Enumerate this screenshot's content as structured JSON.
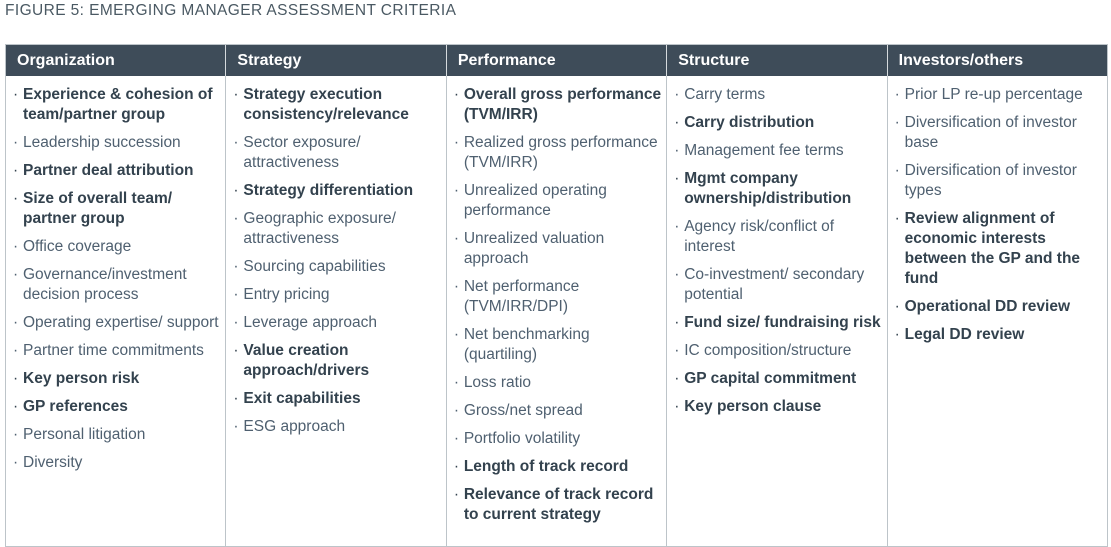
{
  "title": "FIGURE 5: EMERGING MANAGER ASSESSMENT CRITERIA",
  "colors": {
    "header_bg": "#3E4C59",
    "header_text": "#FFFFFF",
    "header_divider": "#D5DADD",
    "border": "#BDC4C9",
    "item_text": "#4F6070",
    "item_text_bold": "#33424E",
    "title_text": "#4A5963"
  },
  "table": {
    "columns": [
      {
        "header": "Organization",
        "items": [
          {
            "text": "Experience & cohesion of team/partner group",
            "bold": true
          },
          {
            "text": "Leadership succession",
            "bold": false
          },
          {
            "text": "Partner deal attribution",
            "bold": true
          },
          {
            "text": "Size of overall team/ partner group",
            "bold": true
          },
          {
            "text": "Office coverage",
            "bold": false
          },
          {
            "text": "Governance/investment decision process",
            "bold": false
          },
          {
            "text": "Operating expertise/ support",
            "bold": false
          },
          {
            "text": "Partner time commitments",
            "bold": false
          },
          {
            "text": "Key person risk",
            "bold": true
          },
          {
            "text": "GP references",
            "bold": true
          },
          {
            "text": "Personal litigation",
            "bold": false
          },
          {
            "text": "Diversity",
            "bold": false
          }
        ]
      },
      {
        "header": "Strategy",
        "items": [
          {
            "text": "Strategy execution consistency/relevance",
            "bold": true
          },
          {
            "text": "Sector exposure/ attractiveness",
            "bold": false
          },
          {
            "text": "Strategy differentiation",
            "bold": true
          },
          {
            "text": "Geographic exposure/ attractiveness",
            "bold": false
          },
          {
            "text": "Sourcing capabilities",
            "bold": false
          },
          {
            "text": "Entry pricing",
            "bold": false
          },
          {
            "text": "Leverage approach",
            "bold": false
          },
          {
            "text": "Value creation approach/drivers",
            "bold": true
          },
          {
            "text": "Exit capabilities",
            "bold": true
          },
          {
            "text": "ESG approach",
            "bold": false
          }
        ]
      },
      {
        "header": "Performance",
        "items": [
          {
            "text": "Overall gross performance (TVM/IRR)",
            "bold": true
          },
          {
            "text": "Realized gross performance (TVM/IRR)",
            "bold": false
          },
          {
            "text": "Unrealized operating performance",
            "bold": false
          },
          {
            "text": "Unrealized valuation approach",
            "bold": false
          },
          {
            "text": "Net performance (TVM/IRR/DPI)",
            "bold": false
          },
          {
            "text": "Net benchmarking (quartiling)",
            "bold": false
          },
          {
            "text": "Loss ratio",
            "bold": false
          },
          {
            "text": "Gross/net spread",
            "bold": false
          },
          {
            "text": "Portfolio volatility",
            "bold": false
          },
          {
            "text": "Length of track record",
            "bold": true
          },
          {
            "text": "Relevance of track record to current strategy",
            "bold": true
          }
        ]
      },
      {
        "header": "Structure",
        "items": [
          {
            "text": "Carry terms",
            "bold": false
          },
          {
            "text": "Carry distribution",
            "bold": true
          },
          {
            "text": "Management fee terms",
            "bold": false
          },
          {
            "text": "Mgmt company ownership/distribution",
            "bold": true
          },
          {
            "text": "Agency risk/conflict of interest",
            "bold": false
          },
          {
            "text": "Co-investment/ secondary potential",
            "bold": false
          },
          {
            "text": "Fund size/ fundraising risk",
            "bold": true
          },
          {
            "text": "IC composition/structure",
            "bold": false
          },
          {
            "text": "GP capital commitment",
            "bold": true
          },
          {
            "text": "Key person clause",
            "bold": true
          }
        ]
      },
      {
        "header": "Investors/others",
        "items": [
          {
            "text": "Prior LP re-up percentage",
            "bold": false
          },
          {
            "text": "Diversification of investor base",
            "bold": false
          },
          {
            "text": "Diversification of investor types",
            "bold": false
          },
          {
            "text": "Review alignment of economic interests between the GP and the fund",
            "bold": true
          },
          {
            "text": "Operational DD review",
            "bold": true
          },
          {
            "text": "Legal DD review",
            "bold": true
          }
        ]
      }
    ]
  }
}
